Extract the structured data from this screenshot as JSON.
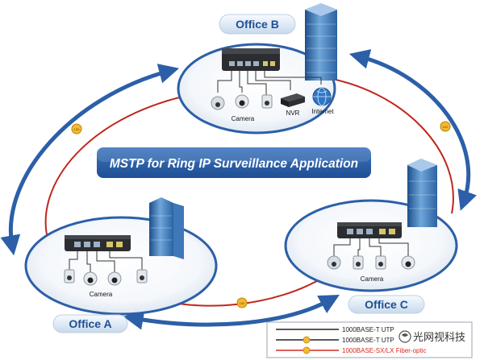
{
  "title": "MSTP for Ring IP Surveillance Application",
  "offices": {
    "b": {
      "label": "Office B",
      "camera": "Camera",
      "nvr": "NVR",
      "internet": "Internet"
    },
    "a": {
      "label": "Office A",
      "camera": "Camera"
    },
    "c": {
      "label": "Office C",
      "camera": "Camera"
    }
  },
  "badge": "100",
  "legend": {
    "items": [
      {
        "label": "1000BASE-T UTP",
        "color": "#222222"
      },
      {
        "label": "1000BASE-T UTP",
        "color": "#222222"
      },
      {
        "label": "1000BASE-SX/LX Fiber-optic",
        "color": "#d32a1f"
      }
    ]
  },
  "watermark": "光网视科技",
  "colors": {
    "accent": "#2c5fa8",
    "fiber": "#c0261c",
    "utp": "#222222",
    "badge": "#f5b82e"
  }
}
